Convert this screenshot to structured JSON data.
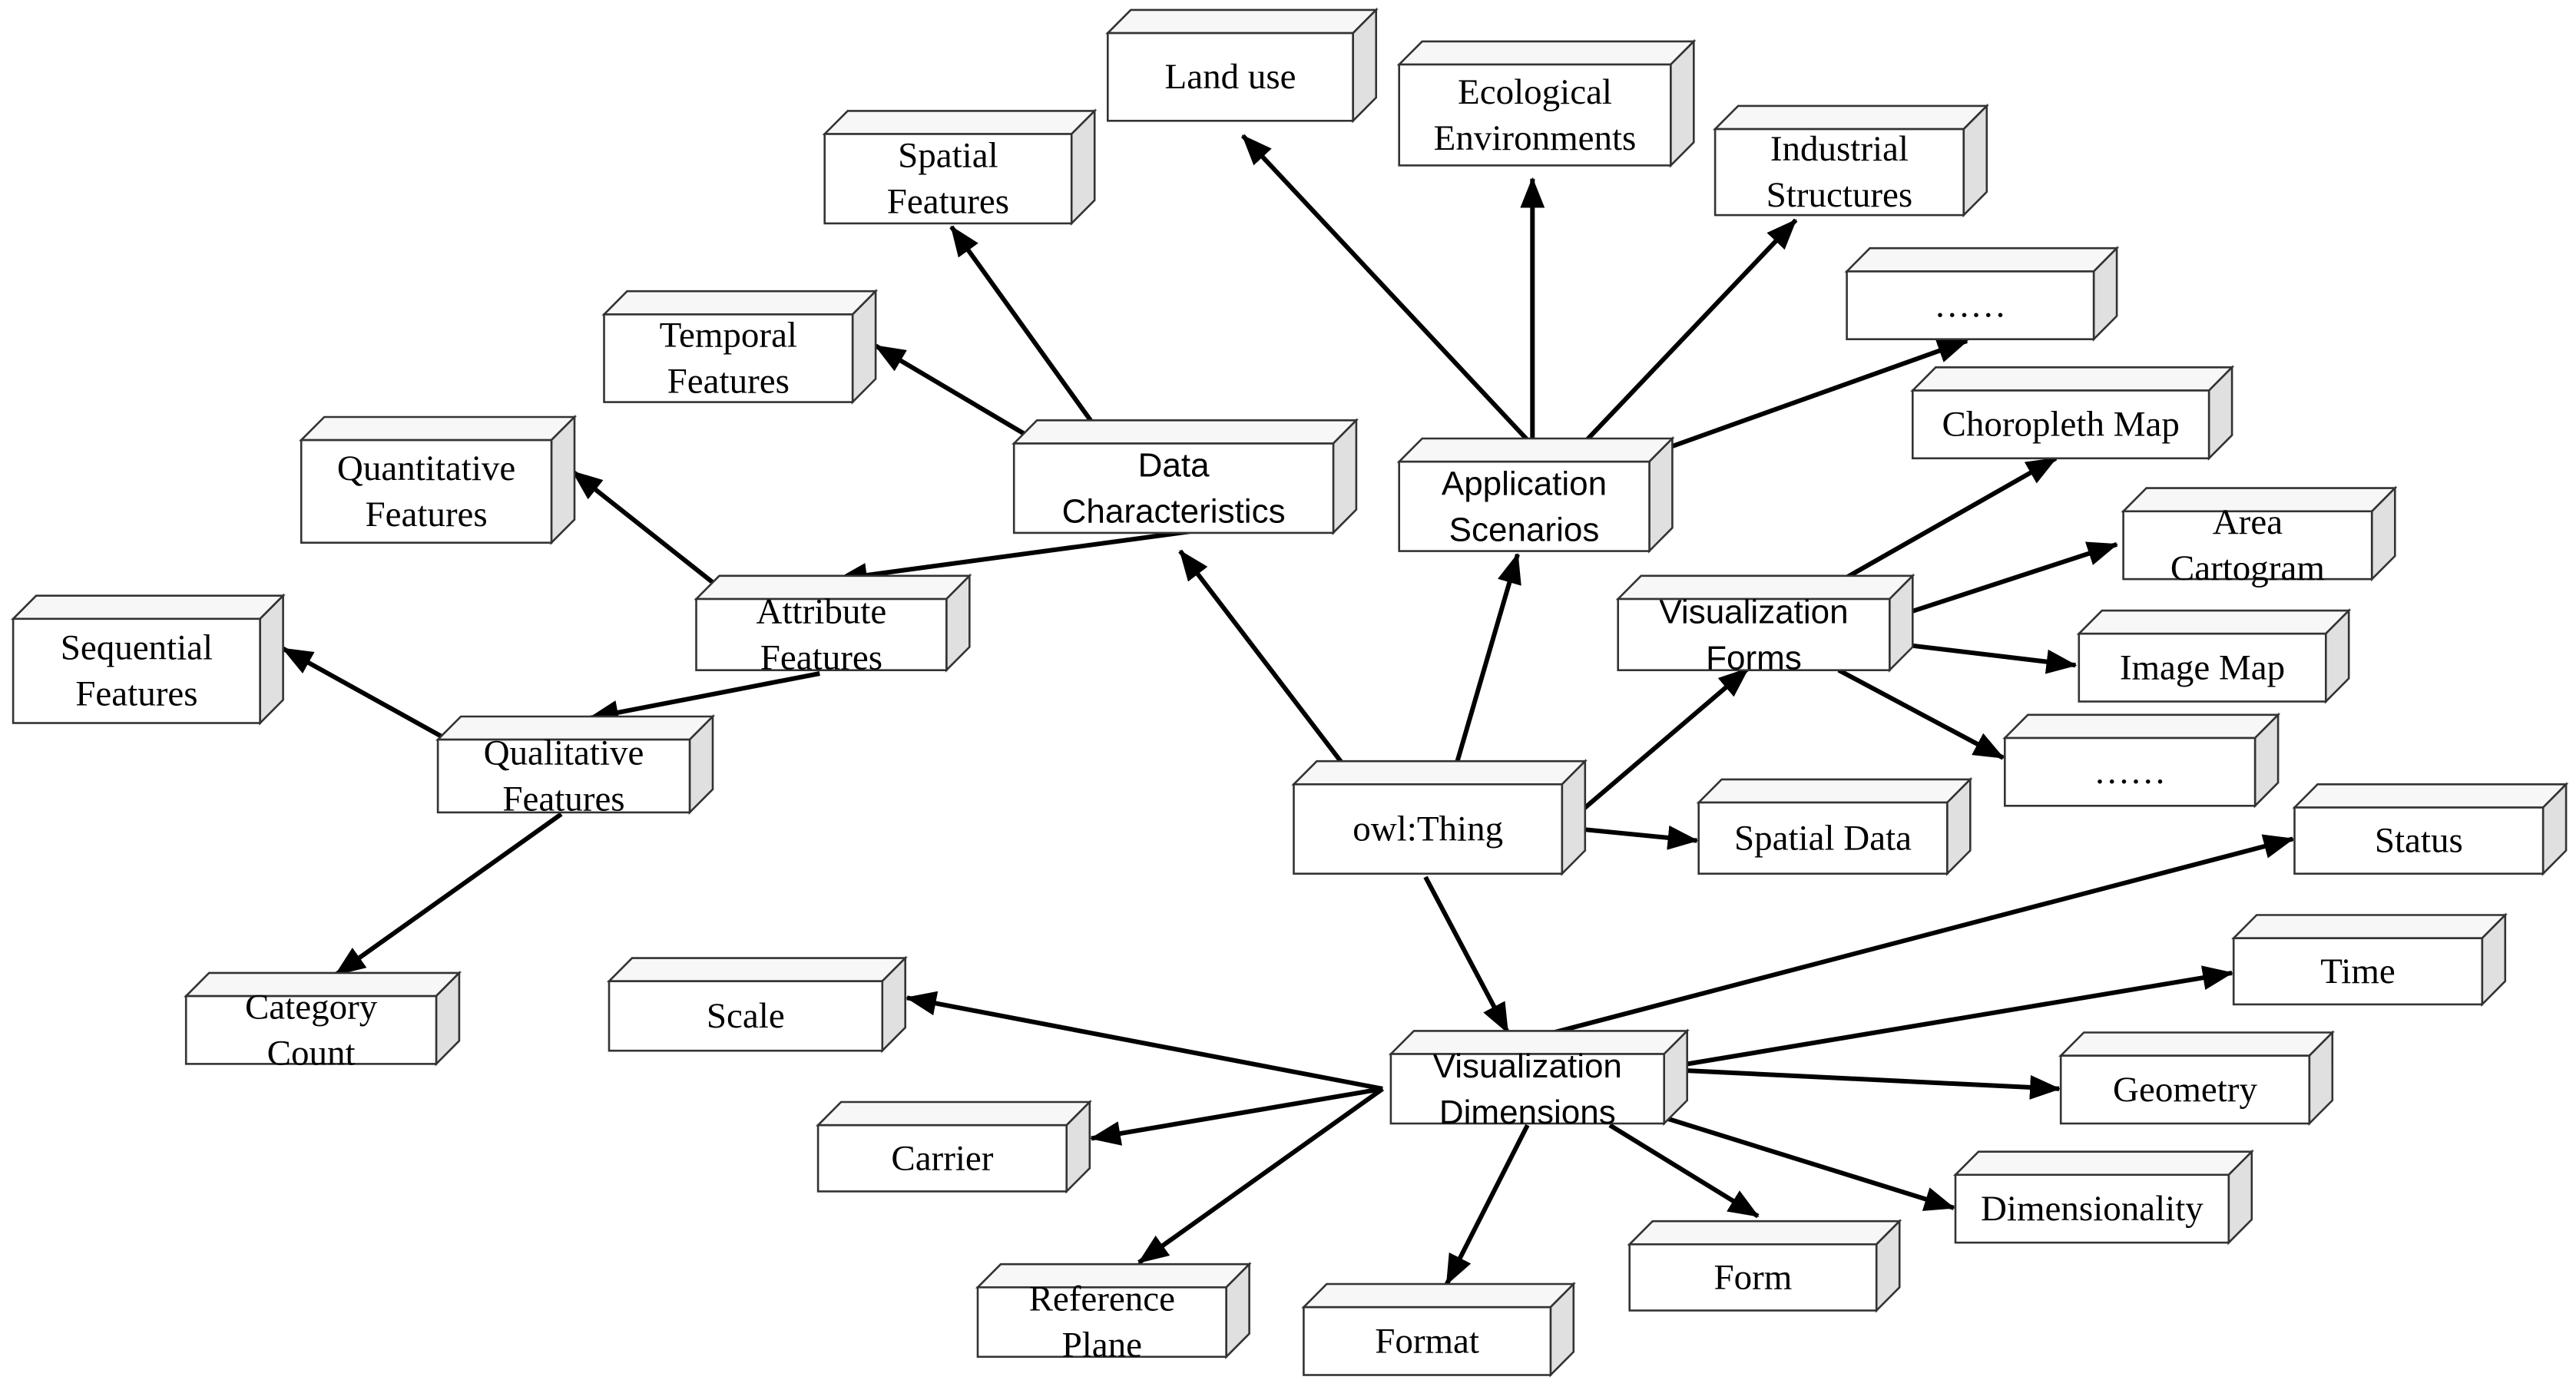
{
  "diagram": {
    "root": "owl:Thing",
    "nodes": [
      {
        "id": "owl_thing",
        "lines": [
          "owl:Thing"
        ],
        "font": "serif"
      },
      {
        "id": "data_characteristics",
        "lines": [
          "Data",
          "Characteristics"
        ],
        "font": "sans"
      },
      {
        "id": "application_scenarios",
        "lines": [
          "Application",
          "Scenarios"
        ],
        "font": "sans"
      },
      {
        "id": "visualization_forms",
        "lines": [
          "Visualization",
          "Forms"
        ],
        "font": "sans"
      },
      {
        "id": "visualization_dimensions",
        "lines": [
          "Visualization",
          "Dimensions"
        ],
        "font": "sans"
      },
      {
        "id": "spatial_data",
        "lines": [
          "Spatial Data"
        ],
        "font": "serif"
      },
      {
        "id": "spatial_features",
        "lines": [
          "Spatial",
          "Features"
        ],
        "font": "serif"
      },
      {
        "id": "temporal_features",
        "lines": [
          "Temporal",
          "Features"
        ],
        "font": "serif"
      },
      {
        "id": "attribute_features",
        "lines": [
          "Attribute",
          "Features"
        ],
        "font": "serif"
      },
      {
        "id": "quantitative_features",
        "lines": [
          "Quantitative",
          "Features"
        ],
        "font": "serif"
      },
      {
        "id": "qualitative_features",
        "lines": [
          "Qualitative",
          "Features"
        ],
        "font": "serif"
      },
      {
        "id": "sequential_features",
        "lines": [
          "Sequential",
          "Features"
        ],
        "font": "serif"
      },
      {
        "id": "category_count",
        "lines": [
          "Category",
          "Count"
        ],
        "font": "serif"
      },
      {
        "id": "land_use",
        "lines": [
          "Land use"
        ],
        "font": "serif"
      },
      {
        "id": "ecological_environments",
        "lines": [
          "Ecological",
          "Environments"
        ],
        "font": "serif"
      },
      {
        "id": "industrial_structures",
        "lines": [
          "Industrial",
          "Structures"
        ],
        "font": "serif"
      },
      {
        "id": "app_more",
        "lines": [
          "……"
        ],
        "font": "serif"
      },
      {
        "id": "choropleth_map",
        "lines": [
          "Choropleth Map"
        ],
        "font": "serif"
      },
      {
        "id": "area_cartogram",
        "lines": [
          "Area",
          "Cartogram"
        ],
        "font": "serif"
      },
      {
        "id": "image_map",
        "lines": [
          "Image Map"
        ],
        "font": "serif"
      },
      {
        "id": "forms_more",
        "lines": [
          "……"
        ],
        "font": "serif"
      },
      {
        "id": "status",
        "lines": [
          "Status"
        ],
        "font": "serif"
      },
      {
        "id": "time",
        "lines": [
          "Time"
        ],
        "font": "serif"
      },
      {
        "id": "geometry",
        "lines": [
          "Geometry"
        ],
        "font": "serif"
      },
      {
        "id": "dimensionality",
        "lines": [
          "Dimensionality"
        ],
        "font": "serif"
      },
      {
        "id": "form",
        "lines": [
          "Form"
        ],
        "font": "serif"
      },
      {
        "id": "format",
        "lines": [
          "Format"
        ],
        "font": "serif"
      },
      {
        "id": "reference_plane",
        "lines": [
          "Reference",
          "Plane"
        ],
        "font": "serif"
      },
      {
        "id": "carrier",
        "lines": [
          "Carrier"
        ],
        "font": "serif"
      },
      {
        "id": "scale",
        "lines": [
          "Scale"
        ],
        "font": "serif"
      }
    ],
    "edges": [
      {
        "from": "owl_thing",
        "to": "data_characteristics"
      },
      {
        "from": "owl_thing",
        "to": "application_scenarios"
      },
      {
        "from": "owl_thing",
        "to": "visualization_forms"
      },
      {
        "from": "owl_thing",
        "to": "spatial_data"
      },
      {
        "from": "owl_thing",
        "to": "visualization_dimensions"
      },
      {
        "from": "data_characteristics",
        "to": "spatial_features"
      },
      {
        "from": "data_characteristics",
        "to": "temporal_features"
      },
      {
        "from": "data_characteristics",
        "to": "attribute_features"
      },
      {
        "from": "attribute_features",
        "to": "quantitative_features"
      },
      {
        "from": "attribute_features",
        "to": "qualitative_features"
      },
      {
        "from": "qualitative_features",
        "to": "sequential_features"
      },
      {
        "from": "qualitative_features",
        "to": "category_count"
      },
      {
        "from": "application_scenarios",
        "to": "land_use"
      },
      {
        "from": "application_scenarios",
        "to": "ecological_environments"
      },
      {
        "from": "application_scenarios",
        "to": "industrial_structures"
      },
      {
        "from": "application_scenarios",
        "to": "app_more"
      },
      {
        "from": "visualization_forms",
        "to": "choropleth_map"
      },
      {
        "from": "visualization_forms",
        "to": "area_cartogram"
      },
      {
        "from": "visualization_forms",
        "to": "image_map"
      },
      {
        "from": "visualization_forms",
        "to": "forms_more"
      },
      {
        "from": "visualization_dimensions",
        "to": "status"
      },
      {
        "from": "visualization_dimensions",
        "to": "time"
      },
      {
        "from": "visualization_dimensions",
        "to": "geometry"
      },
      {
        "from": "visualization_dimensions",
        "to": "dimensionality"
      },
      {
        "from": "visualization_dimensions",
        "to": "form"
      },
      {
        "from": "visualization_dimensions",
        "to": "format"
      },
      {
        "from": "visualization_dimensions",
        "to": "reference_plane"
      },
      {
        "from": "visualization_dimensions",
        "to": "carrier"
      },
      {
        "from": "visualization_dimensions",
        "to": "scale"
      }
    ]
  }
}
